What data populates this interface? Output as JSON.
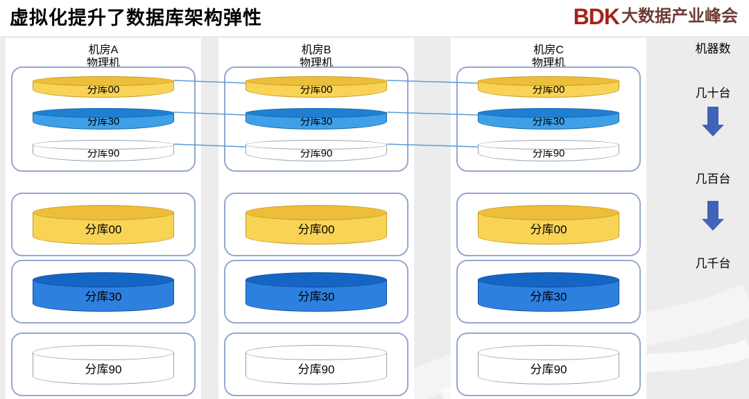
{
  "title": "虚拟化提升了数据库架构弹性",
  "logo": {
    "mark": "BDK",
    "text": "大数据产业峰会"
  },
  "columns": [
    {
      "room": "机房A",
      "host": "物理机",
      "group_shards": [
        "分库00",
        "分库30",
        "分库90"
      ],
      "solo_shards": [
        "分库00",
        "分库30",
        "分库90"
      ]
    },
    {
      "room": "机房B",
      "host": "物理机",
      "group_shards": [
        "分库00",
        "分库30",
        "分库90"
      ],
      "solo_shards": [
        "分库00",
        "分库30",
        "分库90"
      ]
    },
    {
      "room": "机房C",
      "host": "物理机",
      "group_shards": [
        "分库00",
        "分库30",
        "分库90"
      ],
      "solo_shards": [
        "分库00",
        "分库30",
        "分库90"
      ]
    }
  ],
  "machines": {
    "header": "机器数",
    "stages": [
      "几十台",
      "几百台",
      "几千台"
    ]
  },
  "colors": {
    "shard00": "#F8D355",
    "shard30_small": "#3FA0E8",
    "shard30_large": "#2E80DF",
    "shard90": "#FFFFFF",
    "connector": "#5B9BD5",
    "arrow": "#3E63B8",
    "logo_red": "#A6211A",
    "box_border": "#94A7CE"
  }
}
